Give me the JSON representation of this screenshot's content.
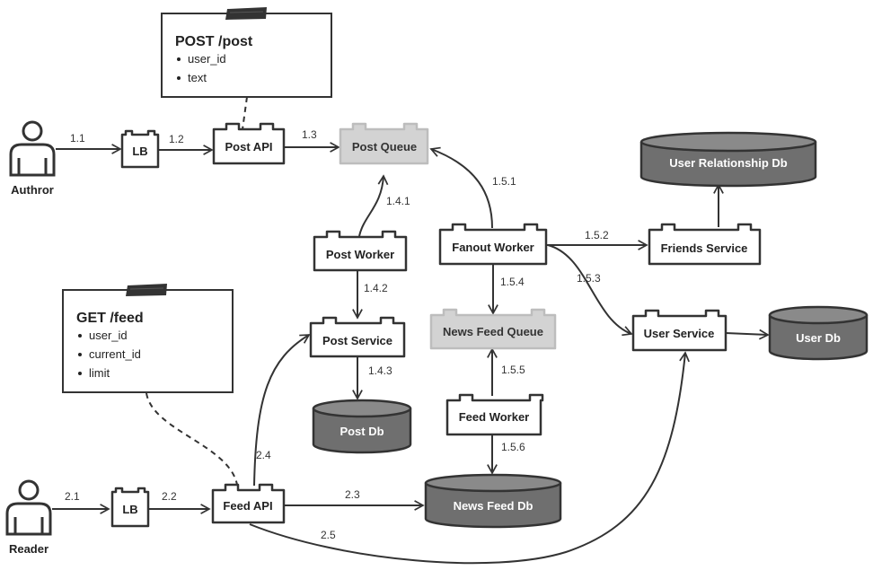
{
  "actors": {
    "author": "Authror",
    "reader": "Reader"
  },
  "notes": {
    "post": {
      "title": "POST /post",
      "items": [
        "user_id",
        "text"
      ]
    },
    "feed": {
      "title": "GET /feed",
      "items": [
        "user_id",
        "current_id",
        "limit"
      ]
    }
  },
  "nodes": {
    "lb_top": "LB",
    "post_api": "Post API",
    "post_queue": "Post Queue",
    "post_worker": "Post Worker",
    "post_service": "Post Service",
    "fanout_worker": "Fanout Worker",
    "friends_service": "Friends Service",
    "user_service": "User Service",
    "news_feed_queue": "News Feed Queue",
    "feed_worker": "Feed Worker",
    "lb_bottom": "LB",
    "feed_api": "Feed API"
  },
  "databases": {
    "user_relationship_db": "User Relationship Db",
    "user_db": "User Db",
    "post_db": "Post Db",
    "news_feed_db": "News Feed Db"
  },
  "edges": {
    "e1_1": "1.1",
    "e1_2": "1.2",
    "e1_3": "1.3",
    "e1_4_1": "1.4.1",
    "e1_4_2": "1.4.2",
    "e1_4_3": "1.4.3",
    "e1_5_1": "1.5.1",
    "e1_5_2": "1.5.2",
    "e1_5_3": "1.5.3",
    "e1_5_4": "1.5.4",
    "e1_5_5": "1.5.5",
    "e1_5_6": "1.5.6",
    "e2_1": "2.1",
    "e2_2": "2.2",
    "e2_3": "2.3",
    "e2_4": "2.4",
    "e2_5": "2.5"
  },
  "colors": {
    "stroke": "#333333",
    "queue_fill": "#d3d3d3",
    "db_fill": "#6f6f6f",
    "db_top": "#8a8a8a",
    "node_fill": "#ffffff"
  }
}
